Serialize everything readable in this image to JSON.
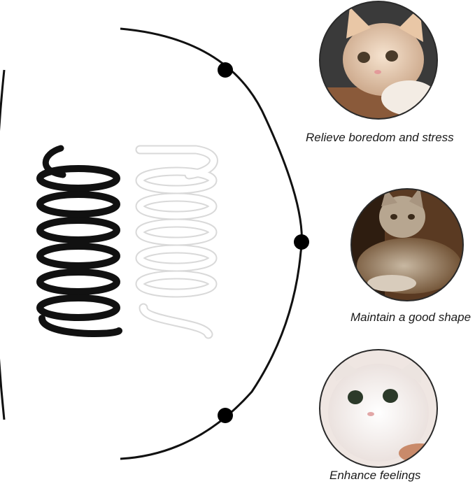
{
  "features": [
    {
      "caption": "Relieve boredom and stress",
      "photo_icon": "orange-kitten-photo"
    },
    {
      "caption": "Maintain a good shape",
      "photo_icon": "lying-tabby-cat-photo"
    },
    {
      "caption": "Enhance feelings",
      "photo_icon": "white-fluffy-kitten-photo"
    }
  ],
  "products": [
    {
      "icon": "black-spring-icon",
      "color": "#111111"
    },
    {
      "icon": "white-spring-icon",
      "color": "#ffffff"
    }
  ],
  "colors": {
    "background": "#ffffff",
    "arc": "#111111",
    "photo_ring": "#2a2a2a"
  }
}
